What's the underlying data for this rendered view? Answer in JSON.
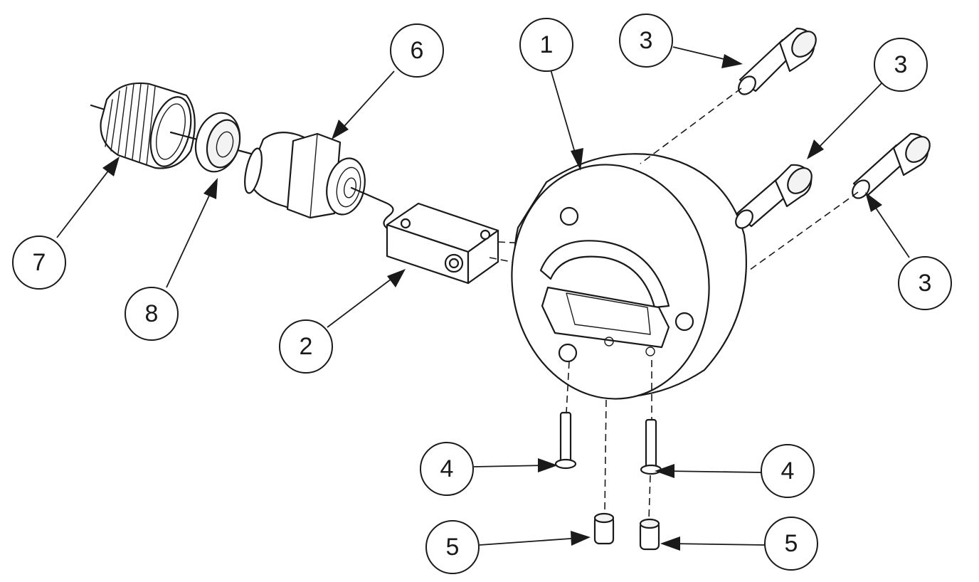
{
  "balloons": {
    "b1": "1",
    "b2": "2",
    "b3a": "3",
    "b3b": "3",
    "b3c": "3",
    "b4a": "4",
    "b4b": "4",
    "b5a": "5",
    "b5b": "5",
    "b6": "6",
    "b7": "7",
    "b8": "8"
  },
  "colors": {
    "line": "#1a1a1a",
    "background": "#ffffff"
  }
}
